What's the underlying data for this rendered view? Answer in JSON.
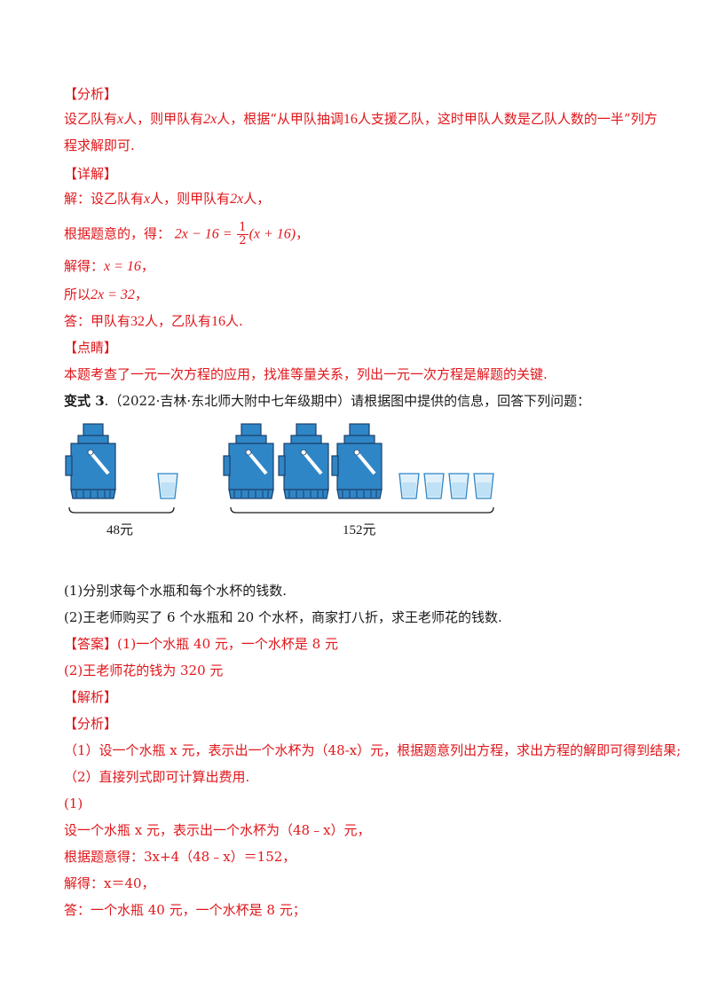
{
  "analysis1": {
    "tag": "【分析】",
    "line1": {
      "a": "设乙队有",
      "v1": "x",
      "b": "人，则甲队有",
      "v2": "2x",
      "c": "人，根据“从甲队抽调",
      "n": "16",
      "d": "人支援乙队，这时甲队人数是乙队人数的一半”列方"
    },
    "line2": "程求解即可."
  },
  "detail1": {
    "tag": "【详解】",
    "line1": {
      "a": "解：设乙队有",
      "v1": "x",
      "b": "人，则甲队有",
      "v2": "2x",
      "c": "人，"
    },
    "line2": {
      "a": "根据题意的，得：",
      "lhs": "2x − 16 =",
      "num": "1",
      "den": "2",
      "rhs": "(x + 16)",
      "end": "，"
    },
    "line3": {
      "a": "解得：",
      "eq": "x = 16",
      "end": "，"
    },
    "line4": {
      "a": "所以",
      "eq": "2x = 32",
      "end": "，"
    },
    "line5": {
      "a": "答：甲队有",
      "n1": "32",
      "b": "人，乙队有",
      "n2": "16",
      "c": "人."
    }
  },
  "comment1": {
    "tag": "【点睛】",
    "text": "本题考查了一元一次方程的应用，找准等量关系，列出一元一次方程是解题的关键."
  },
  "problem3": {
    "label": "变式 3",
    "text": ".（2022·吉林·东北师大附中七年级期中）请根据图中提供的信息，回答下列问题：",
    "figure": {
      "price1": "48元",
      "price2": "152元",
      "thermos_color": "#2f86c6",
      "accent": "#1b3f6b"
    },
    "q1": "(1)分别求每个水瓶和每个水杯的钱数.",
    "q2": "(2)王老师购买了 6 个水瓶和 20 个水杯，商家打八折，求王老师花的钱数."
  },
  "answer3": {
    "tag": "【答案】",
    "a1": "(1)一个水瓶 40 元，一个水杯是 8 元",
    "a2": "(2)王老师花的钱为 320 元"
  },
  "analysis3": {
    "tag_jiexi": "【解析】",
    "tag_fenxi": "【分析】",
    "l1": "（1）设一个水瓶 x 元，表示出一个水杯为（48-x）元，根据题意列出方程，求出方程的解即可得到结果;",
    "l2": "（2）直接列式即可计算出费用."
  },
  "solution3": {
    "part": "(1)",
    "s1": "设一个水瓶 x 元，表示出一个水杯为（48﹣x）元，",
    "s2": "根据题意得：3x+4（48﹣x）＝152，",
    "s3": "解得：x＝40，",
    "s4": "答：一个水瓶 40 元，一个水杯是 8 元；"
  }
}
